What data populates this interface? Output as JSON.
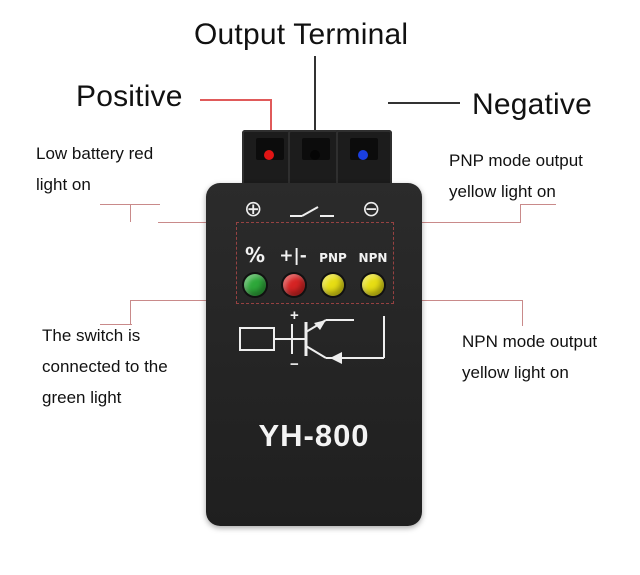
{
  "labels": {
    "output_terminal": "Output Terminal",
    "positive": "Positive",
    "negative": "Negative",
    "low_battery_line1": "Low battery red",
    "low_battery_line2": "light on",
    "pnp_line1": "PNP mode output",
    "pnp_line2": "yellow light on",
    "switch_line1": "The switch is",
    "switch_line2": "connected to the",
    "switch_line3": "green light",
    "npn_line1": "NPN mode output",
    "npn_line2": "yellow light on"
  },
  "device": {
    "model": "YH-800",
    "led_labels": {
      "percent": "%",
      "battery": "+|-",
      "pnp": "PNP",
      "npn": "NPN"
    },
    "symbols": {
      "plus_circle": "⊕",
      "minus_circle": "⊖",
      "schematic_plus": "+",
      "schematic_minus": "−"
    },
    "led_colors": {
      "switch": "#2ea83a",
      "battery": "#d62424",
      "pnp": "#e7de14",
      "npn": "#e7de14"
    },
    "pin_colors": {
      "positive": "#e01414",
      "output": "#0a0a0a",
      "negative": "#1a3fe0"
    }
  },
  "colors": {
    "callout_line": "#e05a5a",
    "device_body": "#242424"
  }
}
